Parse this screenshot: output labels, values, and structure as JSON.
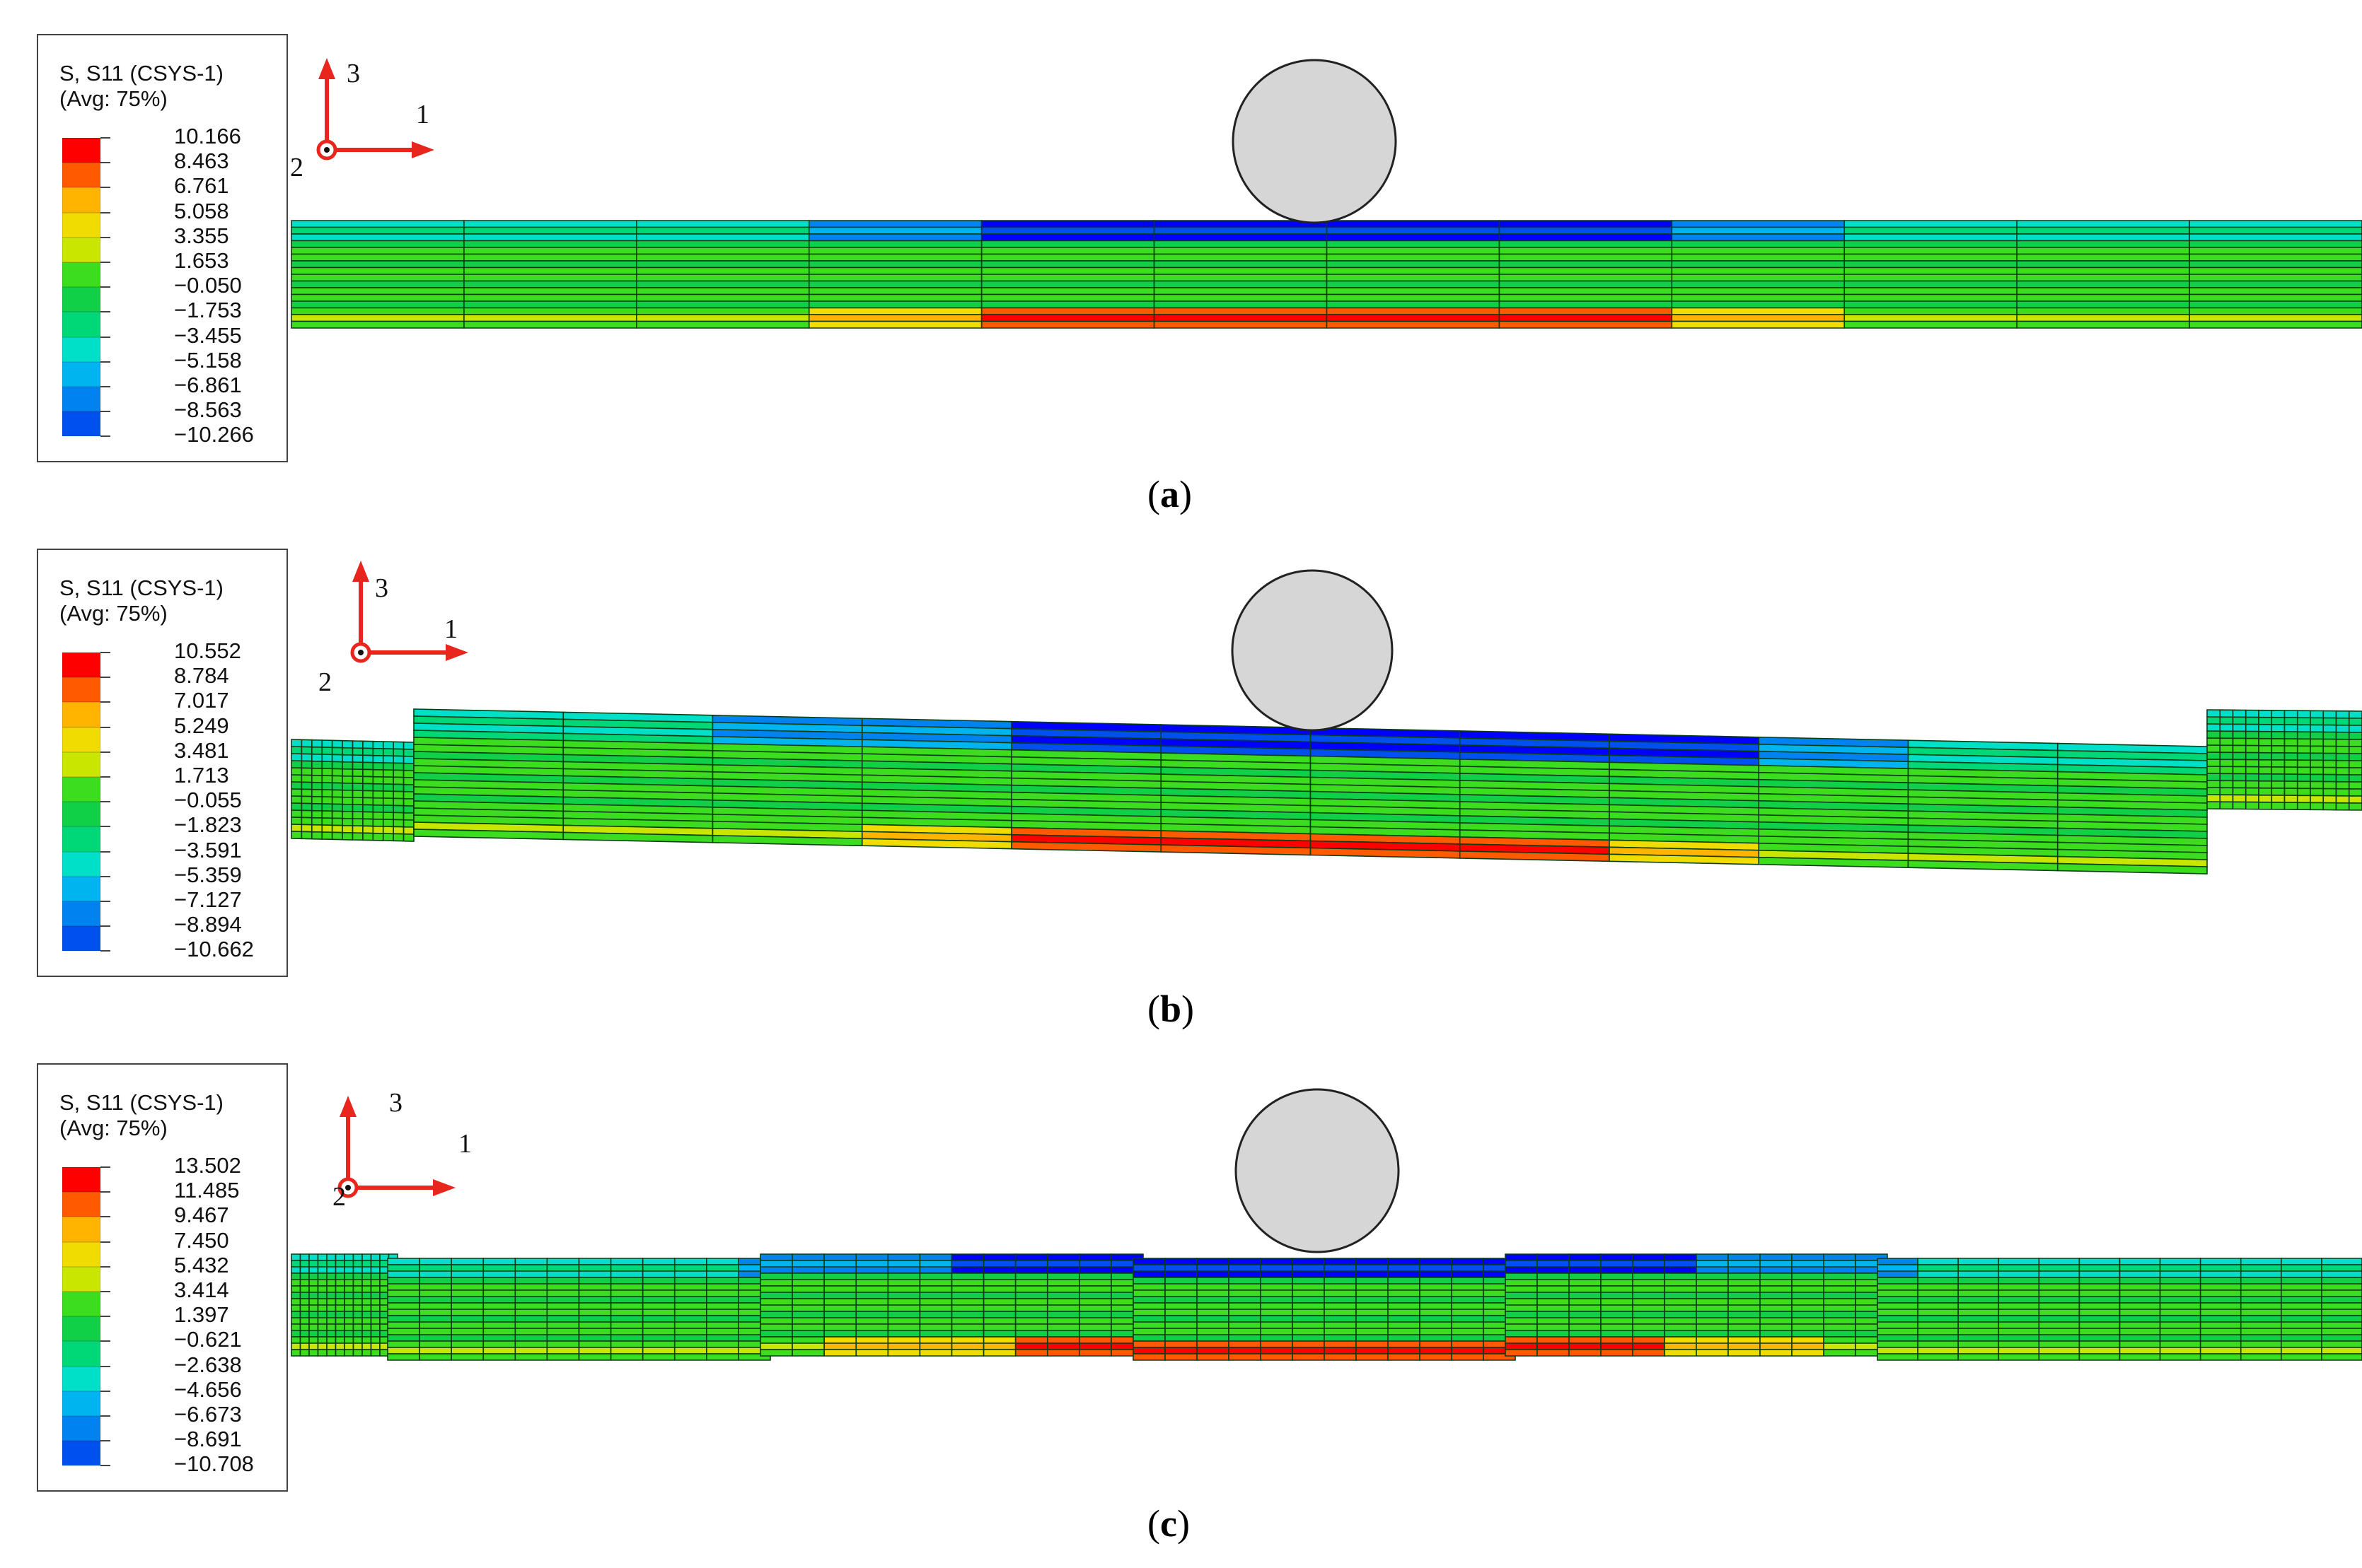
{
  "panels": [
    {
      "caption_open": "(",
      "caption_letter": "a",
      "caption_close": ")",
      "legend_title_1": "S, S11 (CSYS-1)",
      "legend_title_2": "(Avg: 75%)",
      "legend_values": [
        "10.166",
        "8.463",
        "6.761",
        "5.058",
        "3.355",
        "1.653",
        "−0.050",
        "−1.753",
        "−3.455",
        "−5.158",
        "−6.861",
        "−8.563",
        "−10.266"
      ],
      "axis_labels": {
        "x": "1",
        "y": "3",
        "z": "2"
      },
      "variant": "uniform"
    },
    {
      "caption_open": "(",
      "caption_letter": "b",
      "caption_close": ")",
      "legend_title_1": "S, S11 (CSYS-1)",
      "legend_title_2": "(Avg: 75%)",
      "legend_values": [
        "10.552",
        "8.784",
        "7.017",
        "5.249",
        "3.481",
        "1.713",
        "−0.055",
        "−1.823",
        "−3.591",
        "−5.359",
        "−7.127",
        "−8.894",
        "−10.662"
      ],
      "axis_labels": {
        "x": "1",
        "y": "3",
        "z": "2"
      },
      "variant": "stepped"
    },
    {
      "caption_open": "(",
      "caption_letter": "c",
      "caption_close": ")",
      "legend_title_1": "S, S11 (CSYS-1)",
      "legend_title_2": "(Avg: 75%)",
      "legend_values": [
        "13.502",
        "11.485",
        "9.467",
        "7.450",
        "5.432",
        "3.414",
        "1.397",
        "−0.621",
        "−2.638",
        "−4.656",
        "−6.673",
        "−8.691",
        "−10.708"
      ],
      "axis_labels": {
        "x": "1",
        "y": "3",
        "z": "2"
      },
      "variant": "staggered"
    }
  ],
  "colors": {
    "contour_scale": [
      "#ff0000",
      "#ff5a00",
      "#ffb400",
      "#f0dc00",
      "#c8e600",
      "#3cdc1e",
      "#10d048",
      "#00d878",
      "#00e0c8",
      "#00b4f0",
      "#0082f0",
      "#0050f0",
      "#0000ff"
    ],
    "axis": "#e8261e",
    "indenter_fill": "#d6d6d6",
    "indenter_stroke": "#222222"
  }
}
